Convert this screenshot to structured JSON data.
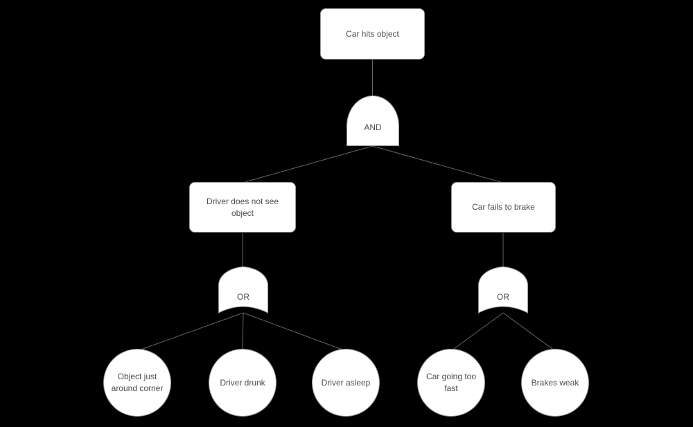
{
  "diagram": {
    "type": "fault-tree",
    "colors": {
      "background": "#000000",
      "node_fill": "#ffffff",
      "node_stroke": "#999999",
      "edge": "#666666",
      "text": "#4d4d4d"
    },
    "nodes": {
      "top_event": {
        "label": "Car hits object",
        "shape": "rectangle"
      },
      "and_gate": {
        "label": "AND",
        "shape": "and-gate"
      },
      "intermediate_left": {
        "label": "Driver does not see object",
        "shape": "rectangle"
      },
      "intermediate_right": {
        "label": "Car fails to brake",
        "shape": "rectangle"
      },
      "or_gate_left": {
        "label": "OR",
        "shape": "or-gate"
      },
      "or_gate_right": {
        "label": "OR",
        "shape": "or-gate"
      },
      "basic_1": {
        "label": "Object just around corner",
        "shape": "circle"
      },
      "basic_2": {
        "label": "Driver drunk",
        "shape": "circle"
      },
      "basic_3": {
        "label": "Driver asleep",
        "shape": "circle"
      },
      "basic_4": {
        "label": "Car going too fast",
        "shape": "circle"
      },
      "basic_5": {
        "label": "Brakes weak",
        "shape": "circle"
      }
    },
    "edges": [
      {
        "from": "top_event",
        "to": "and_gate"
      },
      {
        "from": "and_gate",
        "to": "intermediate_left"
      },
      {
        "from": "and_gate",
        "to": "intermediate_right"
      },
      {
        "from": "intermediate_left",
        "to": "or_gate_left"
      },
      {
        "from": "intermediate_right",
        "to": "or_gate_right"
      },
      {
        "from": "or_gate_left",
        "to": "basic_1"
      },
      {
        "from": "or_gate_left",
        "to": "basic_2"
      },
      {
        "from": "or_gate_left",
        "to": "basic_3"
      },
      {
        "from": "or_gate_right",
        "to": "basic_4"
      },
      {
        "from": "or_gate_right",
        "to": "basic_5"
      }
    ]
  }
}
